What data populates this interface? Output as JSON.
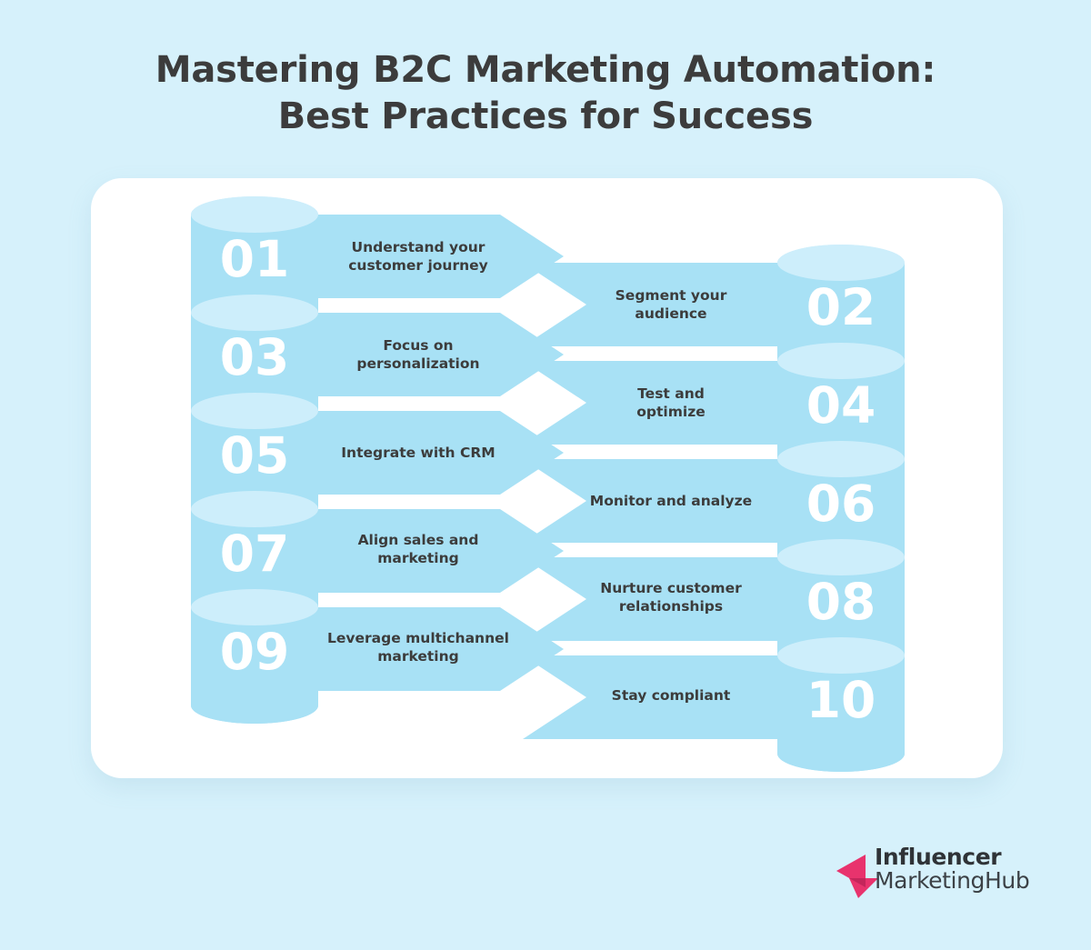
{
  "page": {
    "background_color": "#d6f1fb",
    "card_color": "#ffffff"
  },
  "title": {
    "line1": "Mastering B2C Marketing Automation:",
    "line2": "Best Practices for Success",
    "color": "#3c3c3c"
  },
  "palette": {
    "band": "#a8e1f5",
    "cylinder_body": "#a8e1f5",
    "cylinder_cap": "#cdeefb",
    "number_text": "#ffffff",
    "label_text": "#3c3c3c",
    "logo_pink": "#e8336d",
    "logo_pink_dark": "#c4265b",
    "logo_text_dark": "#2f3337"
  },
  "steps": [
    {
      "number": "01",
      "side": "left",
      "label_line1": "Understand your",
      "label_line2": "customer journey"
    },
    {
      "number": "02",
      "side": "right",
      "label_line1": "Segment your",
      "label_line2": "audience"
    },
    {
      "number": "03",
      "side": "left",
      "label_line1": "Focus on",
      "label_line2": "personalization"
    },
    {
      "number": "04",
      "side": "right",
      "label_line1": "Test and",
      "label_line2": "optimize"
    },
    {
      "number": "05",
      "side": "left",
      "label_line1": "Integrate with CRM",
      "label_line2": ""
    },
    {
      "number": "06",
      "side": "right",
      "label_line1": "Monitor and analyze",
      "label_line2": ""
    },
    {
      "number": "07",
      "side": "left",
      "label_line1": "Align sales and",
      "label_line2": "marketing"
    },
    {
      "number": "08",
      "side": "right",
      "label_line1": "Nurture customer",
      "label_line2": "relationships"
    },
    {
      "number": "09",
      "side": "left",
      "label_line1": "Leverage multichannel",
      "label_line2": "marketing"
    },
    {
      "number": "10",
      "side": "right",
      "label_line1": "Stay compliant",
      "label_line2": ""
    }
  ],
  "logo": {
    "line1": "Influencer",
    "line2": "MarketingHub",
    "mark": "arrow-mark"
  }
}
